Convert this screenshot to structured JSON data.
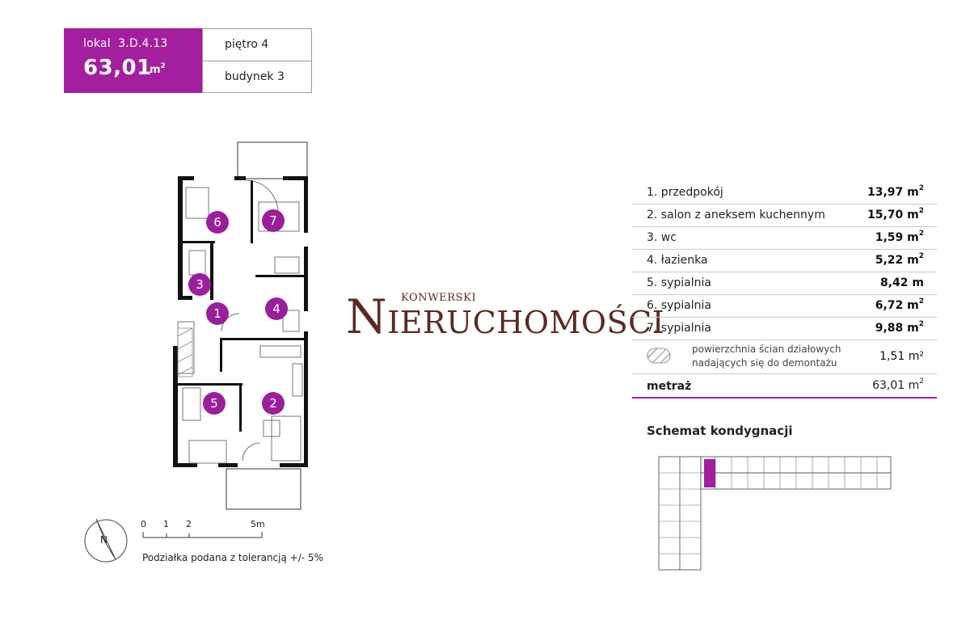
{
  "header": {
    "lokal_label": "lokal",
    "lokal_code": "3.D.4.13",
    "area": "63,01",
    "area_unit": "m",
    "floor": "piętro 4",
    "building": "budynek 3"
  },
  "logo": {
    "top": "KONWERSKI",
    "initial": "N",
    "rest": "IERUCHOMOŚCI"
  },
  "rooms": [
    {
      "name": "1. przedpokój",
      "area": "13,97 m"
    },
    {
      "name": "2. salon z aneksem kuchennym",
      "area": "15,70 m"
    },
    {
      "name": "3. wc",
      "area": "1,59 m"
    },
    {
      "name": "4. łazienka",
      "area": "5,22 m"
    },
    {
      "name": "5. sypialnia",
      "area": "8,42 m"
    },
    {
      "name": "6. sypialnia",
      "area": "6,72 m"
    },
    {
      "name": "7. sypialnia",
      "area": "9,88 m"
    }
  ],
  "partition": {
    "line1": "powierzchnia ścian działowych",
    "line2": "nadających się do demontażu",
    "area": "1,51 m²"
  },
  "total": {
    "label": "metraż",
    "area": "63,01 m"
  },
  "schemat_title": "Schemat kondygnacji",
  "scale": {
    "labels": [
      "0",
      "1",
      "2",
      "5m"
    ],
    "note": "Podziałka podana z tolerancją +/- 5%",
    "compass": "N"
  },
  "plan_markers": [
    "1",
    "2",
    "3",
    "4",
    "5",
    "6",
    "7"
  ],
  "colors": {
    "accent": "#a31f9f",
    "logo": "#5a2a22"
  }
}
